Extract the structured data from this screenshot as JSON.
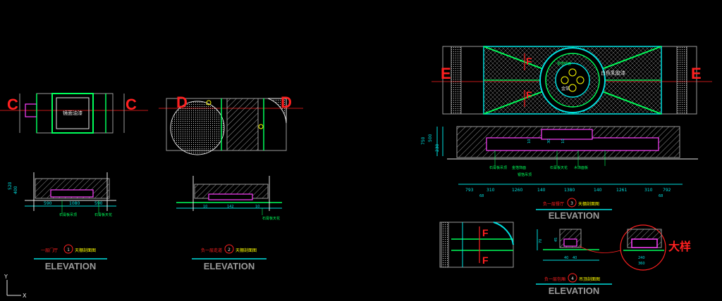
{
  "sections": [
    {
      "id": "c",
      "marker": "C",
      "title_cn": "一层门厅",
      "sheet": "1",
      "suffix_cn": "天棚剖面图",
      "elevation": "ELEVATION",
      "plan_note": "镜面油漆",
      "dims": [
        "590",
        "1080",
        "590"
      ],
      "height_dims": [
        "520",
        "400"
      ],
      "callouts": [
        "石膏板吊顶",
        "石膏板天花"
      ]
    },
    {
      "id": "d",
      "marker": "D",
      "title_cn": "负一层走道",
      "sheet": "2",
      "suffix_cn": "天棚剖面图",
      "elevation": "ELEVATION",
      "dims": [
        "10",
        "142",
        "10"
      ],
      "callouts": [
        "石膏板天花"
      ]
    },
    {
      "id": "e",
      "marker": "E",
      "title_cn": "负一层餐厅",
      "sheet": "3",
      "suffix_cn": "天棚剖面图",
      "elevation": "ELEVATION",
      "plan_notes": [
        "白色乳胶漆",
        "银箔饰面",
        "金箔"
      ],
      "dims": [
        "793",
        "310",
        "1260",
        "140",
        "1380",
        "140",
        "1261",
        "310",
        "792"
      ],
      "sub_dims": [
        "68",
        "68"
      ],
      "height_dims": [
        "750",
        "500",
        "230"
      ],
      "sec_dims": [
        "10",
        "30",
        "10"
      ],
      "callouts": [
        "石膏板吊顶",
        "金箔饰面",
        "石膏板天花",
        "木饰面板",
        "银箔吊顶"
      ]
    },
    {
      "id": "f",
      "marker": "F",
      "title_cn": "负一层包厢",
      "sheet": "4",
      "suffix_cn": "吊顶剖面图",
      "elevation": "ELEVATION",
      "detail_label": "大样",
      "dims": [
        "240",
        "360"
      ],
      "height_dims": [
        "70",
        "45"
      ],
      "small_dims": [
        "40",
        "40"
      ]
    }
  ],
  "axis": {
    "y": "Y",
    "x": "X"
  },
  "colors": {
    "bg": "#000000",
    "green": "#00ff5a",
    "cyan": "#00e0e0",
    "red": "#ff2020",
    "magenta": "#ff40ff",
    "yellow": "#ffff00",
    "white": "#e8e8e8",
    "gray": "#9a9a9a",
    "blue": "#5050ff"
  }
}
